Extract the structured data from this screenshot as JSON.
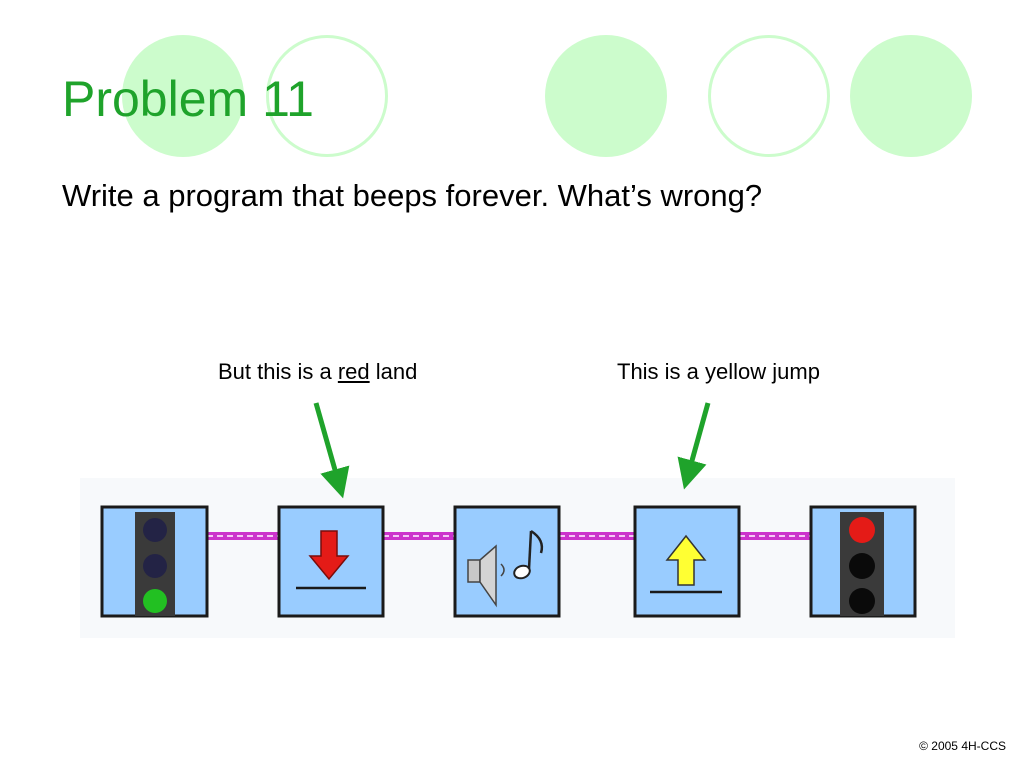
{
  "slide": {
    "title": "Problem 11",
    "subtitle": "Write a program that beeps forever. What’s wrong?",
    "footer": "© 2005 4H-CCS"
  },
  "callouts": {
    "left": {
      "prefix": "But this is a ",
      "emphasis": "red",
      "suffix": " land"
    },
    "right": {
      "text": "This is a yellow jump"
    }
  },
  "blocks": [
    {
      "name": "start-traffic-light",
      "icon": "traffic-light-green-icon"
    },
    {
      "name": "red-land",
      "icon": "down-arrow-red-icon"
    },
    {
      "name": "beep-sound",
      "icon": "speaker-note-icon"
    },
    {
      "name": "yellow-jump",
      "icon": "up-arrow-yellow-icon"
    },
    {
      "name": "stop-traffic-light",
      "icon": "traffic-light-red-icon"
    }
  ],
  "colors": {
    "title": "#1fa32b",
    "decor_circle": "#ccfccc",
    "block_bg": "#99ccff",
    "wire": "#cc33cc",
    "arrow": "#1fa32b",
    "red": "#e41b17",
    "yellow": "#ffff33",
    "green": "#22c022"
  }
}
